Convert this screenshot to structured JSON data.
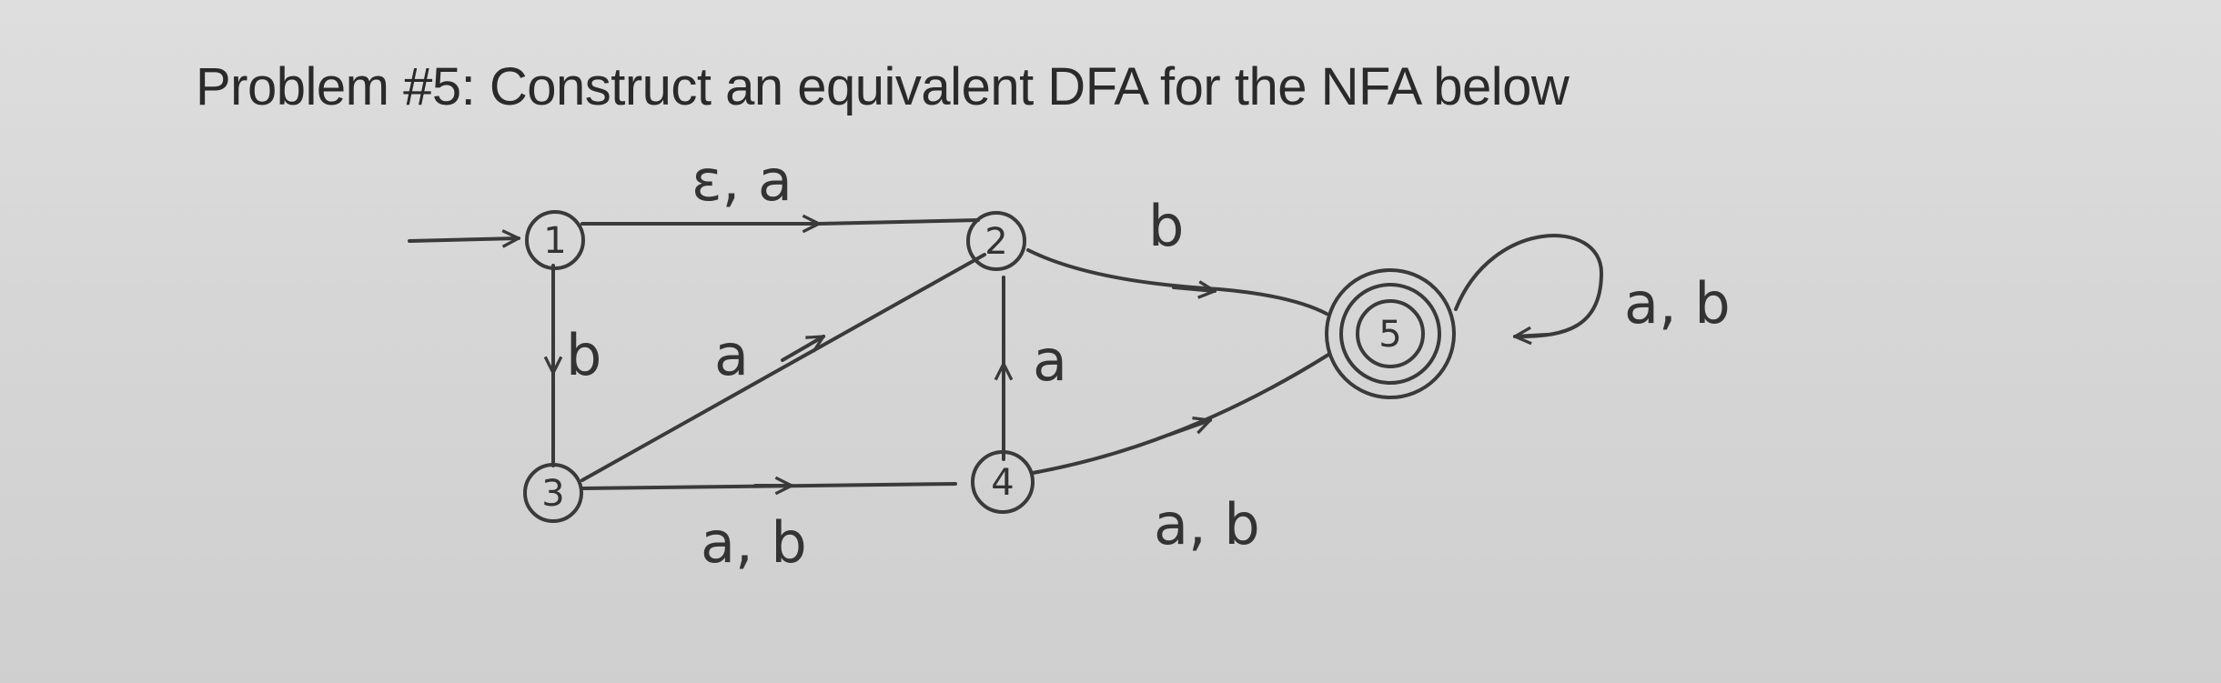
{
  "title": "Problem #5: Construct an equivalent DFA for the NFA below",
  "nfa": {
    "states": [
      {
        "id": "1",
        "label": "1",
        "start": true,
        "accept": false
      },
      {
        "id": "2",
        "label": "2",
        "start": false,
        "accept": false
      },
      {
        "id": "3",
        "label": "3",
        "start": false,
        "accept": false
      },
      {
        "id": "4",
        "label": "4",
        "start": false,
        "accept": false
      },
      {
        "id": "5",
        "label": "5",
        "start": false,
        "accept": true
      }
    ],
    "transitions": [
      {
        "from": "1",
        "to": "2",
        "label": "ε, a"
      },
      {
        "from": "1",
        "to": "3",
        "label": "b"
      },
      {
        "from": "3",
        "to": "2",
        "label": "a"
      },
      {
        "from": "3",
        "to": "4",
        "label": "a, b"
      },
      {
        "from": "4",
        "to": "2",
        "label": "a"
      },
      {
        "from": "2",
        "to": "5",
        "label": "b"
      },
      {
        "from": "4",
        "to": "5",
        "label": "a, b"
      },
      {
        "from": "5",
        "to": "5",
        "label": "a, b"
      }
    ]
  }
}
